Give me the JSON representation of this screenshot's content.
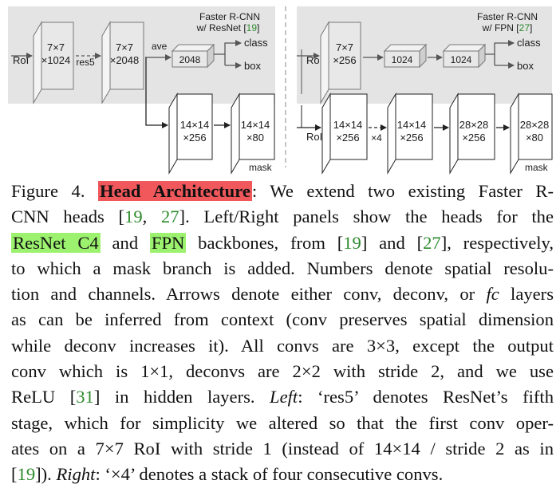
{
  "figure": {
    "left": {
      "title_line1": "Faster R-CNN",
      "title_line2_prefix": "w/ ResNet [",
      "title_cite": "19",
      "title_line2_suffix": "]",
      "roi": "RoI",
      "box1_l1": "7×7",
      "box1_l2": "×1024",
      "res5": "res5",
      "box2_l1": "7×7",
      "box2_l2": "×2048",
      "ave": "ave",
      "fc": "2048",
      "class": "class",
      "box": "box",
      "mask1_l1": "14×14",
      "mask1_l2": "×256",
      "mask2_l1": "14×14",
      "mask2_l2": "×80",
      "mask": "mask"
    },
    "right": {
      "title_line1": "Faster R-CNN",
      "title_line2_prefix": "w/ FPN [",
      "title_cite": "27",
      "title_line2_suffix": "]",
      "roi_top": "RoI",
      "box1_l1": "7×7",
      "box1_l2": "×256",
      "fc1": "1024",
      "fc2": "1024",
      "class": "class",
      "box": "box",
      "roi_bottom": "RoI",
      "m1_l1": "14×14",
      "m1_l2": "×256",
      "x4": "×4",
      "m2_l1": "14×14",
      "m2_l2": "×256",
      "m3_l1": "28×28",
      "m3_l2": "×256",
      "m4_l1": "28×28",
      "m4_l2": "×80",
      "mask": "mask"
    }
  },
  "caption": {
    "l1_a": "Figure 4. ",
    "l1_head": "Head Architecture",
    "l1_b": ": We extend two existing Faster R-",
    "l2_a": "CNN heads [",
    "l2_c1": "19",
    "l2_b": ", ",
    "l2_c2": "27",
    "l2_c": "]. Left/Right panels show the heads for the",
    "l3_hl1": "ResNet C4",
    "l3_a": " and ",
    "l3_hl2": "FPN",
    "l3_b": " backbones, from [",
    "l3_c1": "19",
    "l3_c": "] and [",
    "l3_c2": "27",
    "l3_d": "], respectively,",
    "l4": "to which a mask branch is added. Numbers denote spatial resolu-",
    "l5_a": "tion and channels. Arrows denote either conv, deconv, or ",
    "l5_it": "fc",
    "l5_b": " layers",
    "l6": "as can be inferred from context (conv preserves spatial dimension",
    "l7": "while deconv increases it). All convs are 3×3, except the output",
    "l8": "conv which is 1×1, deconvs are 2×2 with stride 2, and we use",
    "l9_a": "ReLU [",
    "l9_c": "31",
    "l9_b": "] in hidden layers. ",
    "l9_it": "Left",
    "l9_d": ": ‘res5’ denotes ResNet’s fifth",
    "l10": "stage, which for simplicity we altered so that the first conv oper-",
    "l11": "ates on a 7×7 RoI with stride 1 (instead of 14×14 / stride 2 as in",
    "l12_a": "[",
    "l12_c": "19",
    "l12_b": "]). ",
    "l12_it": "Right",
    "l12_d": ": ‘×4’ denotes a stack of four consecutive convs."
  }
}
